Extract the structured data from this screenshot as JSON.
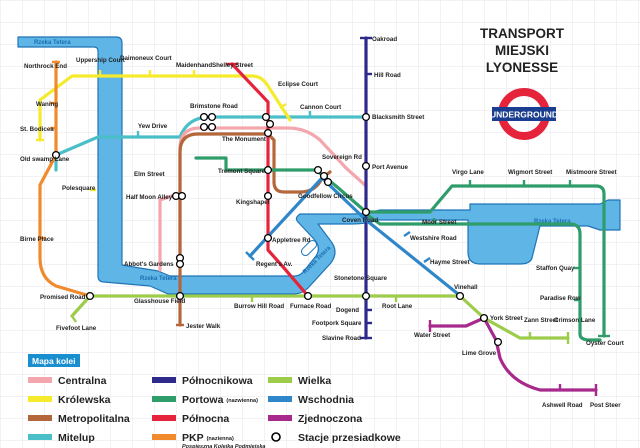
{
  "title": [
    "TRANSPORT",
    "MIEJSKI",
    "LYONESSE"
  ],
  "logo_text": "UNDERGROUND",
  "river_label": "Rzeka Tetera",
  "legend_title": "Mapa kolei",
  "legend": [
    {
      "key": "centralna",
      "label": "Centralna",
      "sub": "",
      "color": "#f4a6ad"
    },
    {
      "key": "krolewska",
      "label": "Królewska",
      "sub": "",
      "color": "#f6ea2c"
    },
    {
      "key": "metropolitalna",
      "label": "Metropolitalna",
      "sub": "",
      "color": "#b5673c"
    },
    {
      "key": "mitelup",
      "label": "Mitelup",
      "sub": "",
      "color": "#4bbfc8"
    },
    {
      "key": "polnocna_blue",
      "label": "Północnikowa",
      "sub": "",
      "color": "#2e2a8c"
    },
    {
      "key": "portowa",
      "label": "Portowa",
      "sub": "(nazwienna)",
      "color": "#2e9d6a"
    },
    {
      "key": "polnocna",
      "label": "Północna",
      "sub": "",
      "color": "#e5243b"
    },
    {
      "key": "pkp",
      "label": "PKP",
      "sub": "(nazienna)",
      "sub2": "Pospieszna Kolejka Podmiejska",
      "color": "#f08a2c"
    },
    {
      "key": "wielka",
      "label": "Wielka",
      "sub": "",
      "color": "#9ccc4a"
    },
    {
      "key": "wschodnia",
      "label": "Wschodnia",
      "sub": "",
      "color": "#2f86c8"
    },
    {
      "key": "zjednoczona",
      "label": "Zjednoczona",
      "sub": "",
      "color": "#a8298c"
    },
    {
      "key": "interchange",
      "label": "Stacje przesiadkowe",
      "sub": "",
      "color": "#000000"
    }
  ],
  "stations": {
    "oakroad": "Oakroad",
    "hill_road": "Hill Road",
    "blacksmith_street": "Blacksmith Street",
    "sovereign_rd": "Sovereign Rd",
    "port_avenue": "Port Avenue",
    "coven_road": "Coven Road",
    "westshire_road": "Westshire Road",
    "hayme_street": "Hayme Street",
    "stonetone_square": "Stonetone Square",
    "dogend": "Dogend",
    "footpork_square": "Footpork Square",
    "slavine_road": "Slavine Road",
    "root_lane": "Root Lane",
    "vinehall": "Vinehall",
    "york_street": "York Street",
    "water_street": "Water Street",
    "zann_street": "Zann Street",
    "crimson_lane": "Crimson Lane",
    "lime_grove": "Lime Grove",
    "ashwell_road": "Ashwell Road",
    "post_steer": "Post Steer",
    "oyster_court": "Oyster Court",
    "paradise_row": "Paradise Row",
    "staffon_quay": "Staffon Quay",
    "mistmoore_street": "Mistmoore Street",
    "wigmort_street": "Wigmort Street",
    "virgo_lane": "Virgo Lane",
    "moor_street": "Moor Street",
    "northrock_end": "Northrock End",
    "uppership_court": "Uppership Court",
    "daimoneux_court": "Daimoneux Court",
    "maidenhand": "Maidenhand",
    "shelley_street": "Shelley Street",
    "eclipse_court": "Eclipse Court",
    "cannon_court": "Cannon Court",
    "waning": "Waning",
    "st_bodicea": "St. Bodicea",
    "old_swamp_lane": "Old swamp Lane",
    "polesquare": "Polesquare",
    "birne_place": "Birne Place",
    "promised_road": "Promised Road",
    "fivefoot_lane": "Fivefoot Lane",
    "yew_drive": "Yew Drive",
    "elm_street": "Elm Street",
    "brimstone_road": "Brimstone Road",
    "the_monument": "The Monument",
    "tremont_square": "Tremont Square",
    "half_moon_alley": "Half Moon Alley",
    "kingshapel": "Kingshapel",
    "goodfellow_circus": "Goodfellow Circus",
    "appletree_rd": "Appletree Rd",
    "regents_av": "Regent's Av.",
    "abbots_gardens": "Abbot's Gardens",
    "glasshouse_field": "Glasshouse Field",
    "jester_walk": "Jester Walk",
    "burrow_hill_road": "Burrow Hill Road",
    "furnace_road": "Furnace Road"
  }
}
